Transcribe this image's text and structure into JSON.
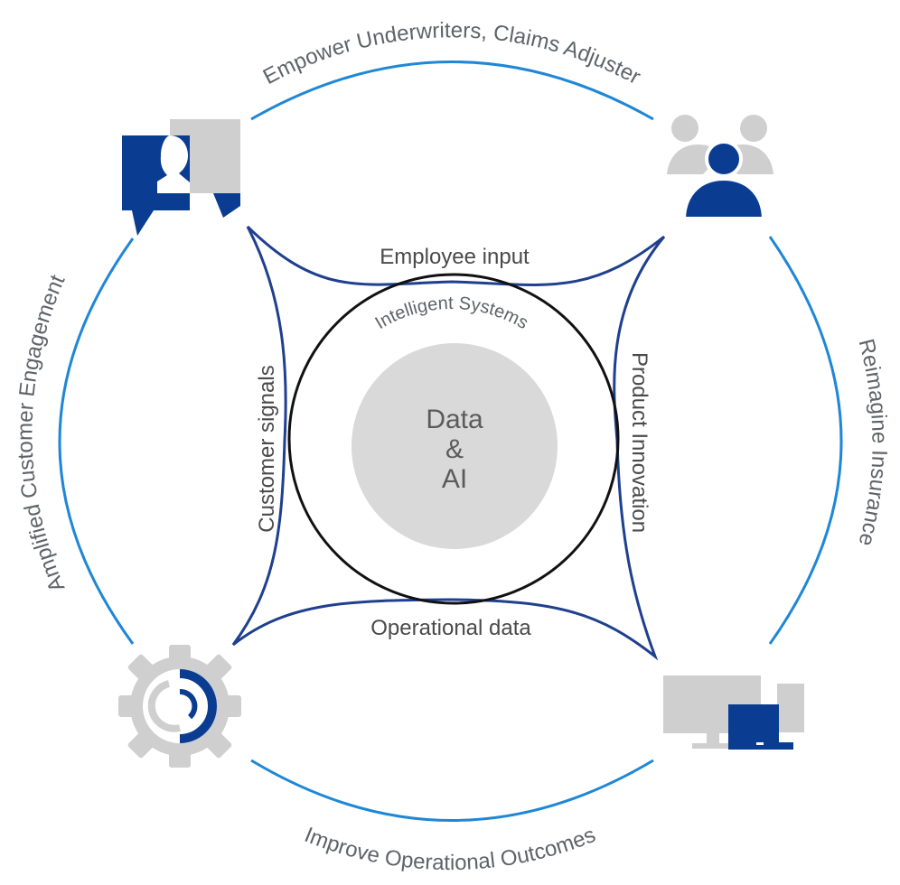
{
  "outer_ring": {
    "top": "Empower Underwriters, Claims Adjuster",
    "right": "Reimagine Insurance",
    "bottom": "Improve Operational Outcomes",
    "left": "Amplified Customer Engagement"
  },
  "inner_frame": {
    "top": "Employee input",
    "right": "Product  Innovation",
    "bottom": "Operational data",
    "left": "Customer signals"
  },
  "system_ring": {
    "label": "Intelligent Systems"
  },
  "center": {
    "line1": "Data",
    "line2": "&",
    "line3": "AI"
  },
  "icons": {
    "top_left": "customer-chat-icon",
    "top_right": "people-group-icon",
    "bottom_left": "gear-icon",
    "bottom_right": "computer-devices-icon"
  },
  "colors": {
    "outer_ring": "#1f87d6",
    "inner_frame": "#1f3f8f",
    "system_ring": "#111111",
    "center_fill": "#d9d9d9",
    "icon_blue": "#0a3d91",
    "icon_gray": "#cfcfcf",
    "text": "#5f6368"
  }
}
